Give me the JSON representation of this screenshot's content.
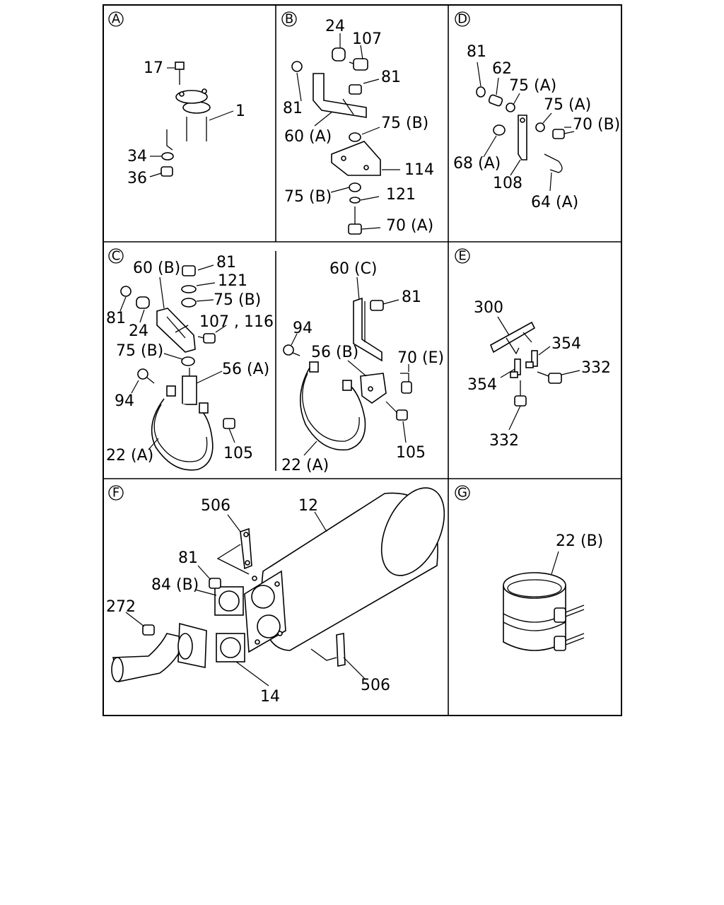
{
  "panels": {
    "a": {
      "letter": "A",
      "labels": [
        "17",
        "1",
        "34",
        "36"
      ]
    },
    "b": {
      "letter": "B",
      "labels": [
        "24",
        "107",
        "81",
        "81",
        "60 (A)",
        "75 (B)",
        "114",
        "75 (B)",
        "121",
        "70 (A)"
      ]
    },
    "d": {
      "letter": "D",
      "labels": [
        "81",
        "62",
        "75 (A)",
        "75 (A)",
        "70 (B)",
        "68 (A)",
        "108",
        "64 (A)"
      ]
    },
    "c": {
      "letter": "C",
      "labels": [
        "60 (B)",
        "81",
        "121",
        "75 (B)",
        "81",
        "24",
        "107 , 116",
        "75 (B)",
        "56 (A)",
        "94",
        "22 (A)",
        "105",
        "60 (C)",
        "81",
        "94",
        "56 (B)",
        "70 (E)",
        "22 (A)",
        "105"
      ]
    },
    "e": {
      "letter": "E",
      "labels": [
        "300",
        "354",
        "354",
        "332",
        "332"
      ]
    },
    "f": {
      "letter": "F",
      "labels": [
        "506",
        "12",
        "81",
        "84 (B)",
        "272",
        "14",
        "506"
      ]
    },
    "g": {
      "letter": "G",
      "labels": [
        "22 (B)"
      ]
    }
  }
}
